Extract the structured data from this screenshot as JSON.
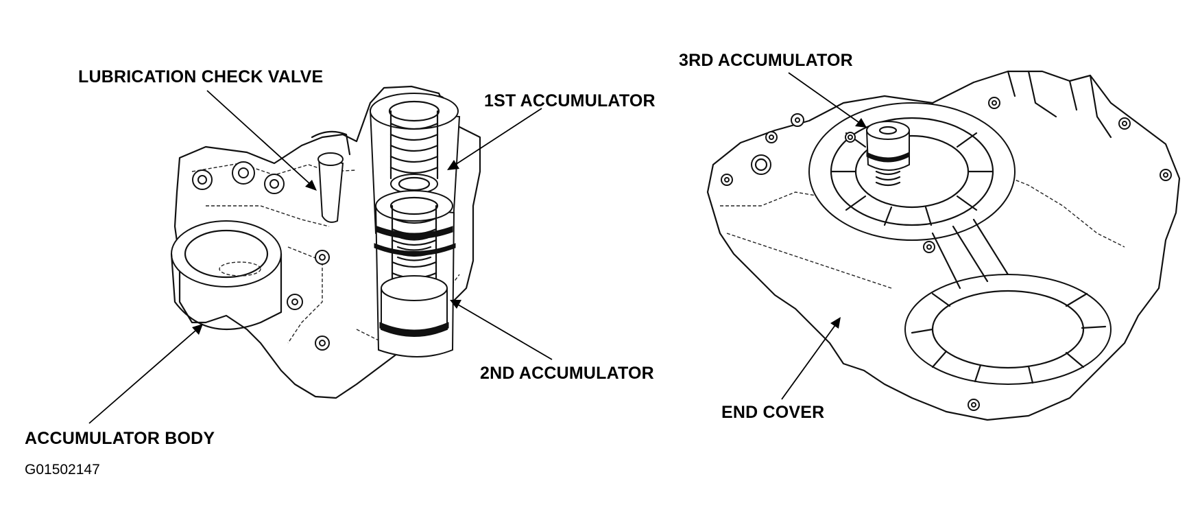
{
  "labels": {
    "lubrication_check_valve": "LUBRICATION CHECK VALVE",
    "first_accumulator": "1ST ACCUMULATOR",
    "second_accumulator": "2ND ACCUMULATOR",
    "accumulator_body": "ACCUMULATOR BODY",
    "third_accumulator": "3RD ACCUMULATOR",
    "end_cover": "END COVER"
  },
  "figure_code": "G01502147"
}
